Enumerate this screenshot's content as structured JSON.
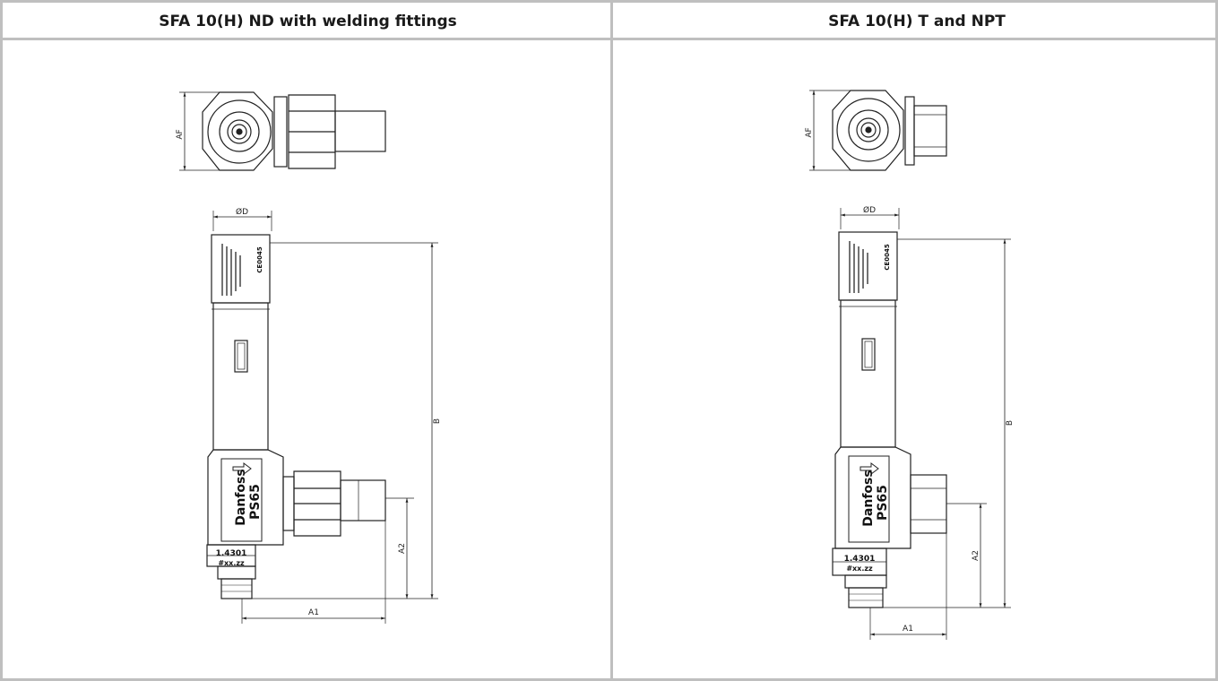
{
  "headers": {
    "left": "SFA 10(H) ND with welding fittings",
    "right": "SFA 10(H) T and NPT"
  },
  "dimensions": {
    "af": "AF",
    "od": "ØD",
    "b": "B",
    "a1": "A1",
    "a2": "A2"
  },
  "marking": {
    "brand": "Danfoss",
    "model": "PS65",
    "material": "1.4301",
    "code": "#xx.zz",
    "ce": "CE0045"
  }
}
